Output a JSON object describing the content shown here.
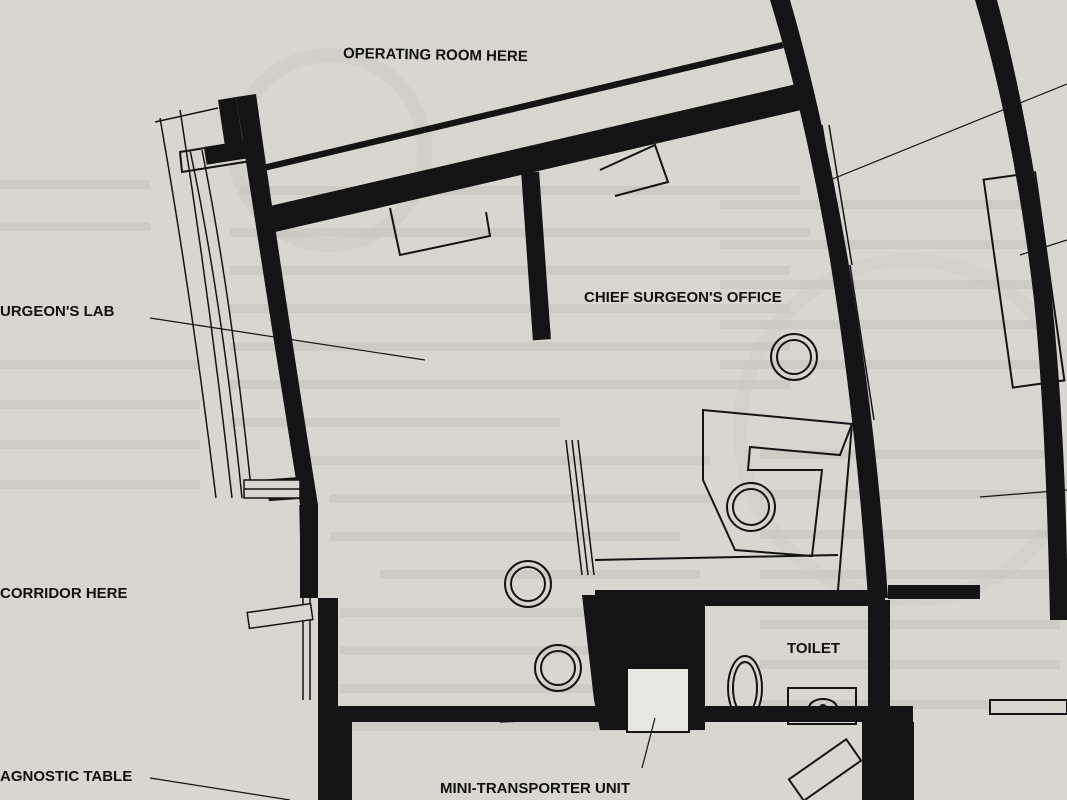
{
  "labels": {
    "operating_room": "OPERATING ROOM HERE",
    "surgeons_lab": "URGEON'S LAB",
    "chief_surgeons_office": "CHIEF SURGEON'S OFFICE",
    "corridor": "CORRIDOR HERE",
    "toilet": "TOILET",
    "diagnostic_table": "AGNOSTIC TABLE",
    "mini_transporter": "MINI-TRANSPORTER UNIT"
  },
  "colors": {
    "paper": "#d9d6d0",
    "ink": "#141414",
    "show_through": "#9a9791"
  }
}
